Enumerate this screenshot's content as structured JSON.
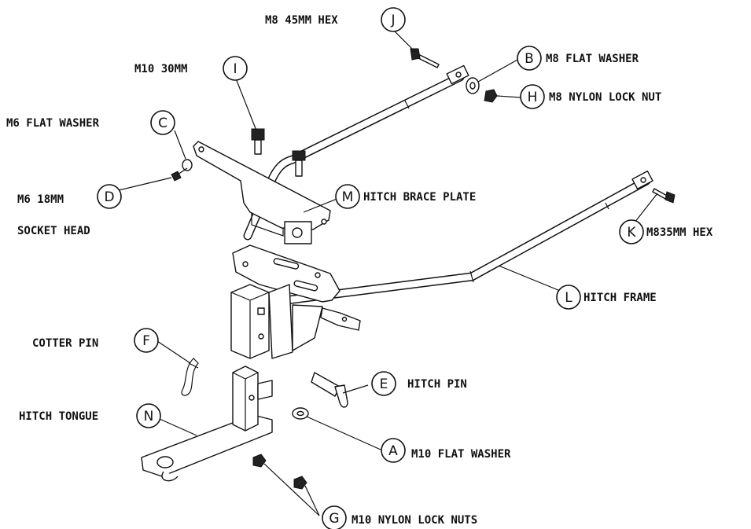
{
  "callouts": [
    {
      "id": "J",
      "text": "M8 45MM HEX"
    },
    {
      "id": "B",
      "text": "M8 FLAT WASHER"
    },
    {
      "id": "H",
      "text": "M8 NYLON LOCK NUT"
    },
    {
      "id": "I",
      "text": "M10 30MM"
    },
    {
      "id": "C",
      "text": "M6 FLAT WASHER"
    },
    {
      "id": "D",
      "text": "M6 18MM",
      "text2": "SOCKET HEAD"
    },
    {
      "id": "M",
      "text": "HITCH BRACE PLATE"
    },
    {
      "id": "K",
      "text": "M835MM HEX"
    },
    {
      "id": "L",
      "text": "HITCH FRAME"
    },
    {
      "id": "F",
      "text": "COTTER PIN"
    },
    {
      "id": "E",
      "text": "HITCH PIN"
    },
    {
      "id": "N",
      "text": "HITCH TONGUE"
    },
    {
      "id": "A",
      "text": "M10 FLAT WASHER"
    },
    {
      "id": "G",
      "text": "M10 NYLON LOCK NUTS"
    }
  ]
}
